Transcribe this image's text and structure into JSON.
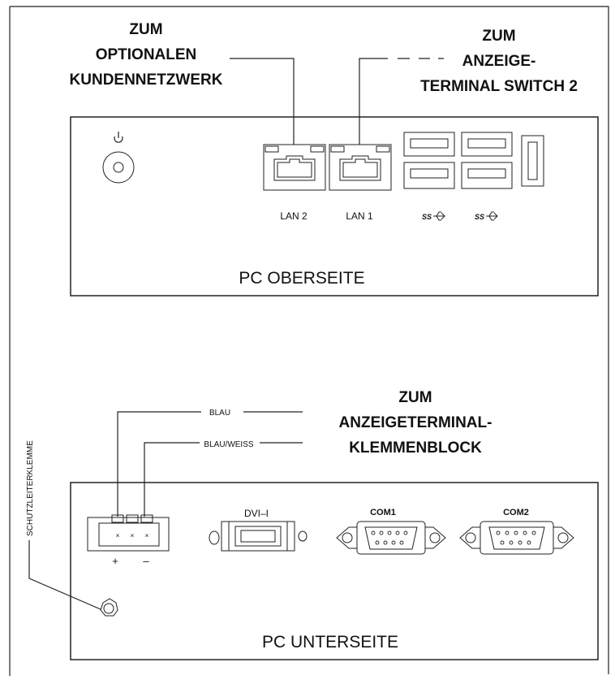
{
  "top": {
    "heading_left": [
      "ZUM",
      "OPTIONALEN",
      "KUNDENNETZWERK"
    ],
    "heading_right": [
      "ZUM",
      "ANZEIGE-",
      "TERMINAL SWITCH 2"
    ],
    "panel_label": "PC OBERSEITE",
    "ports": {
      "lan2": "LAN 2",
      "lan1": "LAN 1"
    },
    "power_icon": "power-icon",
    "usb_icon": "usb3-icon"
  },
  "bottom": {
    "heading": [
      "ZUM",
      "ANZEIGETERMINAL-",
      "KLEMMENBLOCK"
    ],
    "wire_blue": "BLAU",
    "wire_blue_white": "BLAU/WEISS",
    "ground_label": "SCHUTZLEITERKLEMME",
    "plus": "+",
    "minus": "–",
    "dvi": "DVI–I",
    "com1": "COM1",
    "com2": "COM2",
    "panel_label": "PC UNTERSEITE"
  }
}
